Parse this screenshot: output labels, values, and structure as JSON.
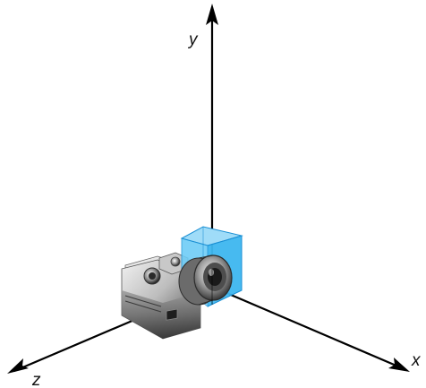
{
  "axes": {
    "x": {
      "label": "x"
    },
    "y": {
      "label": "y"
    },
    "z": {
      "label": "z"
    }
  },
  "colors": {
    "axis": "#000000",
    "box_fill": "#59c6f5",
    "box_edge": "#1a8fd4",
    "camera_body_light": "#d9d9d9",
    "camera_body_dark": "#4a4a4a",
    "lens_dark": "#2b2b2b"
  },
  "objects": {
    "camera": {
      "icon": "camera-icon"
    },
    "box": {
      "icon": "view-volume-box"
    }
  }
}
